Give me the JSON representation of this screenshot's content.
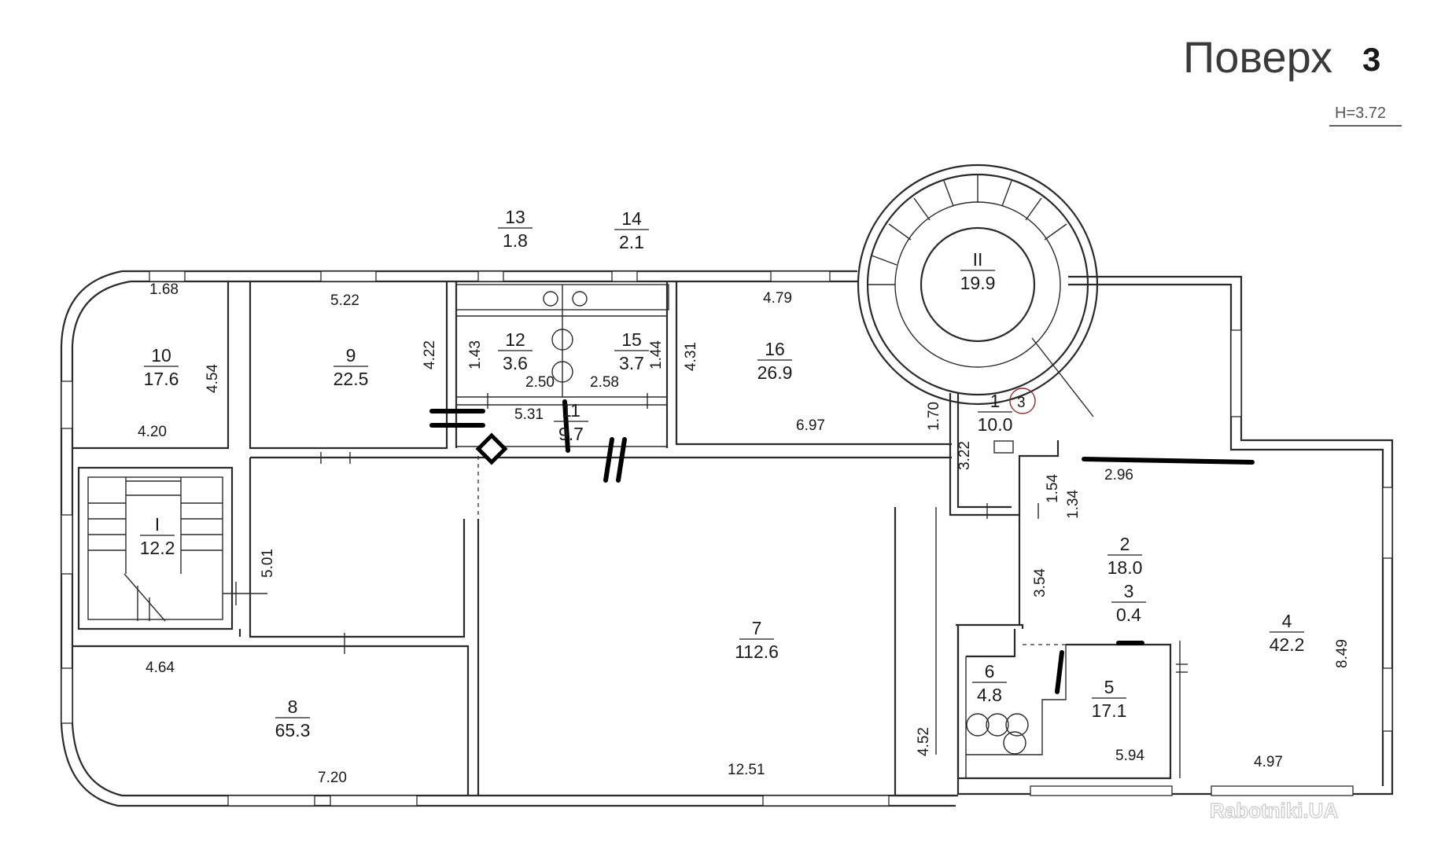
{
  "header": {
    "title_text": "Поверх",
    "floor_number": "3",
    "height_label": "H=3.72"
  },
  "rooms": [
    {
      "id": "10",
      "num": "10",
      "area": "17.6"
    },
    {
      "id": "9",
      "num": "9",
      "area": "22.5"
    },
    {
      "id": "12",
      "num": "12",
      "area": "3.6"
    },
    {
      "id": "13",
      "num": "13",
      "area": "1.8"
    },
    {
      "id": "14",
      "num": "14",
      "area": "2.1"
    },
    {
      "id": "15",
      "num": "15",
      "area": "3.7"
    },
    {
      "id": "11",
      "num": "11",
      "area": "9.7"
    },
    {
      "id": "16",
      "num": "16",
      "area": "26.9"
    },
    {
      "id": "II",
      "num": "II",
      "area": "19.9"
    },
    {
      "id": "1",
      "num": "1",
      "area": "10.0"
    },
    {
      "id": "I",
      "num": "I",
      "area": "12.2"
    },
    {
      "id": "2",
      "num": "2",
      "area": "18.0"
    },
    {
      "id": "3",
      "num": "3",
      "area": "0.4"
    },
    {
      "id": "4",
      "num": "4",
      "area": "42.2"
    },
    {
      "id": "6",
      "num": "6",
      "area": "4.8"
    },
    {
      "id": "5",
      "num": "5",
      "area": "17.1"
    },
    {
      "id": "7",
      "num": "7",
      "area": "112.6"
    },
    {
      "id": "8",
      "num": "8",
      "area": "65.3"
    }
  ],
  "dimensions": [
    "1.68",
    "5.22",
    "4.79",
    "4.54",
    "4.22",
    "1.43",
    "1.44",
    "4.31",
    "2.50",
    "2.58",
    "4.20",
    "5.31",
    "6.97",
    "1.70",
    "3.22",
    "1.54",
    "1.34",
    "2.96",
    "5.01",
    "3.54",
    "4.64",
    "8.49",
    "4.52",
    "5.94",
    "4.97",
    "7.20",
    "12.51"
  ],
  "annotations": {
    "circled_mark": "3"
  },
  "watermark": "Rabotniki.UA"
}
